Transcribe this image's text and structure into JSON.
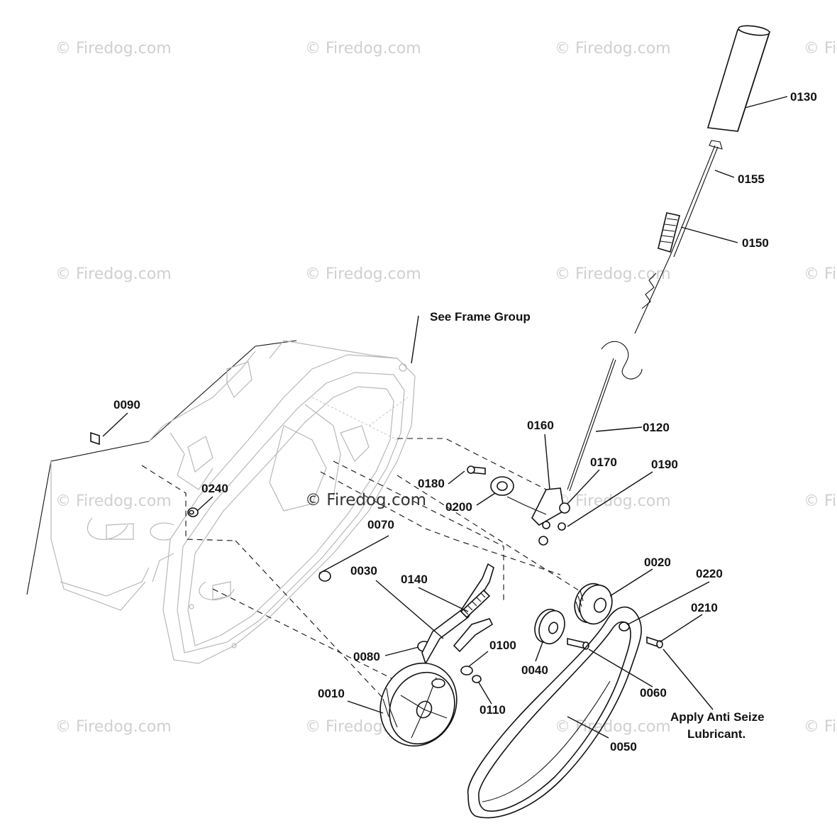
{
  "watermarks": {
    "text": "© Firedog.com",
    "center_text": "© Firedog.com"
  },
  "callouts": {
    "p0130": "0130",
    "p0155": "0155",
    "p0150": "0150",
    "p0120": "0120",
    "p0160": "0160",
    "p0170": "0170",
    "p0190": "0190",
    "p0180": "0180",
    "p0200": "0200",
    "p0090": "0090",
    "p0240": "0240",
    "p0070": "0070",
    "p0030": "0030",
    "p0140": "0140",
    "p0020": "0020",
    "p0220": "0220",
    "p0210": "0210",
    "p0080": "0080",
    "p0100": "0100",
    "p0040": "0040",
    "p0060": "0060",
    "p0010": "0010",
    "p0110": "0110",
    "p0050": "0050"
  },
  "notes": {
    "see_frame_group": "See Frame Group",
    "anti_seize_line1": "Apply Anti Seize",
    "anti_seize_line2": "Lubricant."
  }
}
